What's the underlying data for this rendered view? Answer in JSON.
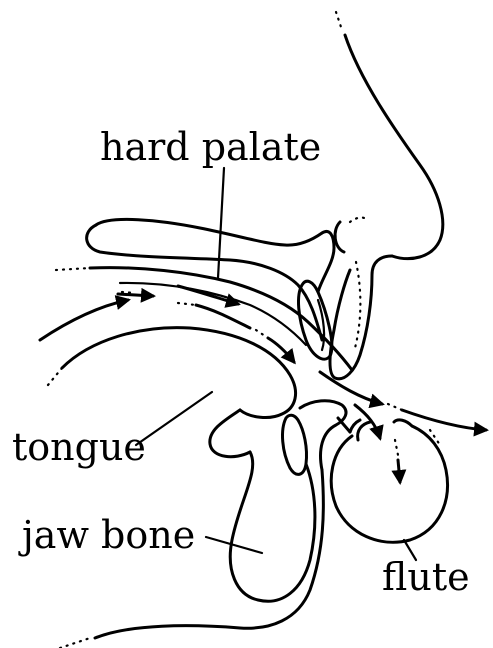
{
  "labels": {
    "hard_palate": "hard palate",
    "tongue": "tongue",
    "jaw_bone": "jaw bone",
    "flute": "flute"
  },
  "colors": {
    "ink": "#000000",
    "background": "#ffffff"
  }
}
